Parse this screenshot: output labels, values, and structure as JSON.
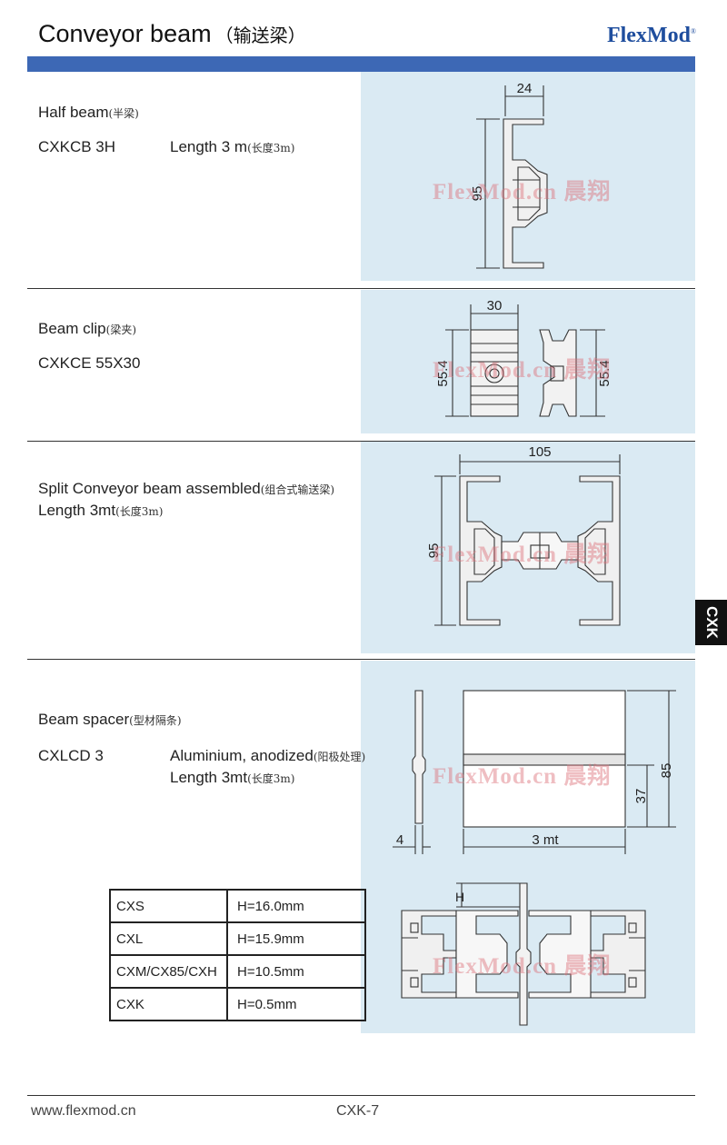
{
  "header": {
    "title": "Conveyor beam",
    "title_cn": "（输送梁）",
    "logo": "FlexMod",
    "logo_mark": "®"
  },
  "side_tab": "CXK",
  "watermark": "FlexMod.cn 晨翔",
  "sections": {
    "half_beam": {
      "name": "Half beam",
      "name_cn": "(半梁)",
      "code": "CXKCB 3H",
      "length": "Length 3 m",
      "length_cn": "(长度3m)",
      "dims": {
        "width": "24",
        "height": "95"
      }
    },
    "beam_clip": {
      "name": "Beam clip",
      "name_cn": "(梁夹)",
      "code": "CXKCE 55X30",
      "dims": {
        "width": "30",
        "height_left": "55.4",
        "height_right": "55.4"
      }
    },
    "split_beam": {
      "name": "Split Conveyor beam assembled",
      "name_cn": "(组合式输送梁)",
      "length": "Length 3mt",
      "length_cn": "(长度3m)",
      "dims": {
        "width": "105",
        "height": "95"
      }
    },
    "beam_spacer": {
      "name": "Beam spacer",
      "name_cn": "(型材隔条)",
      "code": "CXLCD 3",
      "material": "Aluminium, anodized",
      "material_cn": "(阳极处理)",
      "length": "Length 3mt",
      "length_cn": "(长度3m)",
      "dims": {
        "thickness": "4",
        "length": "3 mt",
        "height": "85",
        "mid": "37",
        "gap": "H"
      }
    }
  },
  "spec_table": {
    "rows": [
      {
        "model": "CXS",
        "value": "H=16.0mm"
      },
      {
        "model": "CXL",
        "value": "H=15.9mm"
      },
      {
        "model": "CXM/CX85/CXH",
        "value": "H=10.5mm"
      },
      {
        "model": "CXK",
        "value": "H=0.5mm"
      }
    ]
  },
  "footer": {
    "website": "www.flexmod.cn",
    "page": "CXK-7"
  }
}
